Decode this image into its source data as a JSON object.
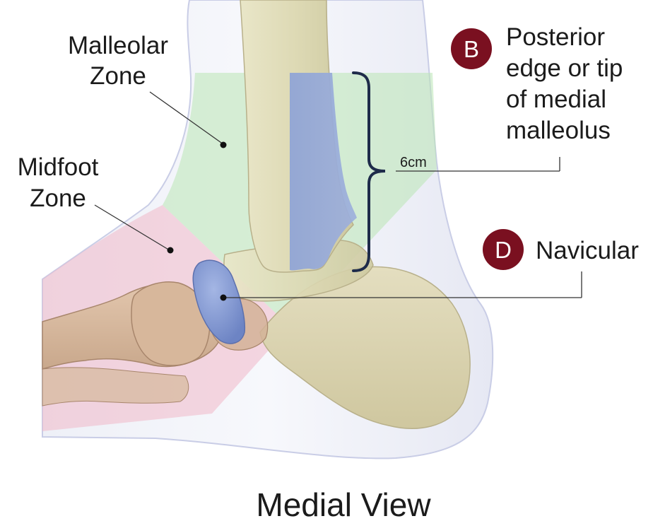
{
  "zones": {
    "malleolar": {
      "line1": "Malleolar",
      "line2": "Zone"
    },
    "midfoot": {
      "line1": "Midfoot",
      "line2": "Zone"
    }
  },
  "points": {
    "b": {
      "badge": "B",
      "lines": [
        "Posterior",
        "edge or tip",
        "of medial",
        "malleolus"
      ]
    },
    "d": {
      "badge": "D",
      "label": "Navicular"
    }
  },
  "measure": {
    "label": "6cm"
  },
  "view_title": "Medial View",
  "colors": {
    "badge": "#7a1020",
    "malleolar_zone": "#b9e6b5",
    "midfoot_zone": "#f0b8c8",
    "tibia": "#dcdcb0",
    "fibula_highlight": "#8fa4d8",
    "navicular": "#7f95d1",
    "skin_outline": "#c9cde6"
  }
}
